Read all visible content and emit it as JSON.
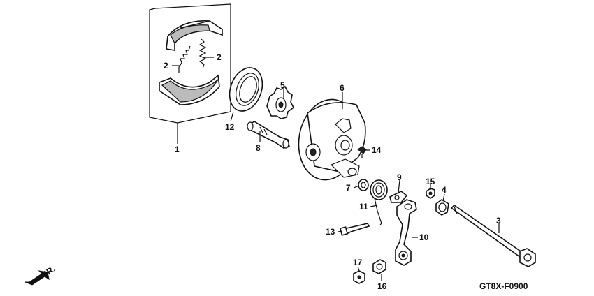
{
  "labels": [
    {
      "id": "1",
      "text": "1"
    },
    {
      "id": "2a",
      "text": "2"
    },
    {
      "id": "2b",
      "text": "2"
    },
    {
      "id": "3",
      "text": "3"
    },
    {
      "id": "4",
      "text": "4"
    },
    {
      "id": "5",
      "text": "5"
    },
    {
      "id": "6",
      "text": "6"
    },
    {
      "id": "7",
      "text": "7"
    },
    {
      "id": "8",
      "text": "8"
    },
    {
      "id": "9",
      "text": "9"
    },
    {
      "id": "10",
      "text": "10"
    },
    {
      "id": "11",
      "text": "11"
    },
    {
      "id": "12",
      "text": "12"
    },
    {
      "id": "13",
      "text": "13"
    },
    {
      "id": "14",
      "text": "14"
    },
    {
      "id": "15",
      "text": "15"
    },
    {
      "id": "16",
      "text": "16"
    },
    {
      "id": "17",
      "text": "17"
    }
  ],
  "direction_label": "FR.",
  "diagram_code": "GT8X-F0900"
}
